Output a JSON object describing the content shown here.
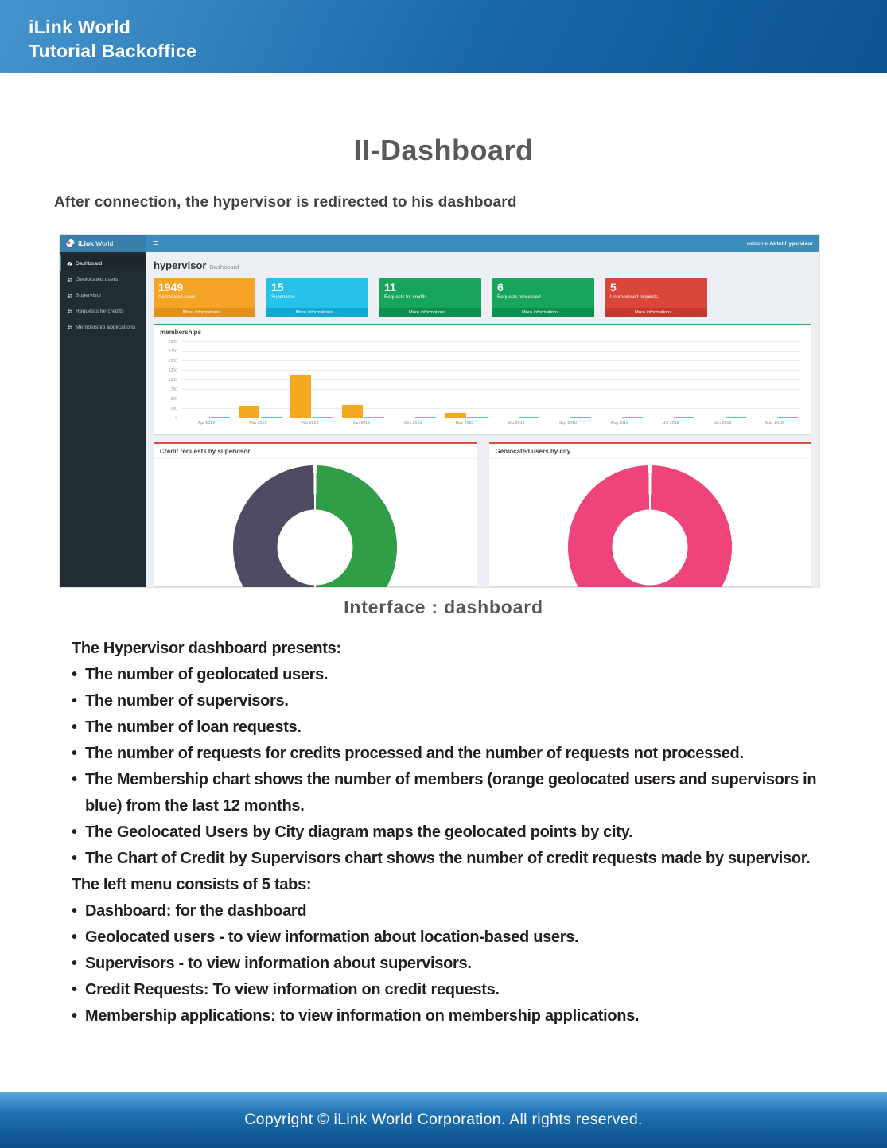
{
  "doc": {
    "header_line1": "iLink World",
    "header_line2": "Tutorial Backoffice",
    "title": "II-Dashboard",
    "intro": "After connection, the hypervisor is redirected to his dashboard",
    "caption": "Interface : dashboard",
    "footer": "Copyright © iLink World Corporation. All rights reserved."
  },
  "shot": {
    "nav": {
      "brand_bold": "iLink",
      "brand_rest": "World",
      "welcome_prefix": "welcome",
      "welcome_user": "Airtel Hypervisor"
    },
    "sidebar": {
      "items": [
        {
          "label": "Dashboard",
          "icon": "dashboard-icon",
          "active": true
        },
        {
          "label": "Geolocated users",
          "icon": "users-icon",
          "active": false
        },
        {
          "label": "Supervisor",
          "icon": "users-icon",
          "active": false
        },
        {
          "label": "Requests for credits",
          "icon": "users-icon",
          "active": false
        },
        {
          "label": "Membership applications",
          "icon": "users-icon",
          "active": false
        }
      ]
    },
    "content": {
      "title": "hypervisor",
      "subtitle": "Dashboard",
      "stat_cards": [
        {
          "value": "1949",
          "label": "Geolocated users",
          "more_label": "More informations",
          "color": "#f5a425",
          "footer_color": "#e0921c"
        },
        {
          "value": "15",
          "label": "Supervisor",
          "more_label": "More informations",
          "color": "#27c1ea",
          "footer_color": "#0fa9d4"
        },
        {
          "value": "11",
          "label": "Requests for credits",
          "more_label": "More informations",
          "color": "#17a55b",
          "footer_color": "#0c8f4d"
        },
        {
          "value": "6",
          "label": "Requests processed",
          "more_label": "More informations",
          "color": "#17a55b",
          "footer_color": "#0c8f4d"
        },
        {
          "value": "5",
          "label": "Unprocessed requests",
          "more_label": "More informations",
          "color": "#d9473a",
          "footer_color": "#c5392c"
        }
      ]
    }
  },
  "chart_data": [
    {
      "type": "bar",
      "title": "memberships",
      "categories": [
        "Apr 2019",
        "Mar 2019",
        "Feb 2019",
        "Jan 2019",
        "Dec 2018",
        "Nov 2018",
        "Oct 2018",
        "Sep 2018",
        "Aug 2018",
        "Jul 2018",
        "Jun 2018",
        "May 2018"
      ],
      "series": [
        {
          "name": "Geolocated users",
          "color": "#f6a821",
          "values": [
            0,
            330,
            1150,
            350,
            0,
            150,
            0,
            0,
            0,
            0,
            0,
            0
          ]
        },
        {
          "name": "Supervisors",
          "color": "#55c3e8",
          "values": [
            20,
            20,
            20,
            20,
            20,
            20,
            20,
            20,
            20,
            20,
            20,
            20
          ]
        }
      ],
      "ylim": [
        0,
        2000
      ],
      "yticks": [
        0,
        250,
        500,
        750,
        1000,
        1250,
        1500,
        1750,
        2000
      ],
      "grid": true,
      "legend": "none"
    },
    {
      "type": "pie",
      "title": "Credit requests by supervisor",
      "slices": [
        {
          "value": 50,
          "color": "#2f9e47"
        },
        {
          "value": 50,
          "color": "#4f4b63"
        }
      ],
      "hole": 0.46
    },
    {
      "type": "pie",
      "title": "Geolocated users by city",
      "slices": [
        {
          "value": 100,
          "color": "#ef4479"
        }
      ],
      "hole": 0.46
    }
  ],
  "body": {
    "lines": [
      {
        "bullet": false,
        "text": "The Hypervisor dashboard presents:"
      },
      {
        "bullet": true,
        "text": "The number of geolocated users."
      },
      {
        "bullet": true,
        "text": "The number of supervisors."
      },
      {
        "bullet": true,
        "text": "The number of loan requests."
      },
      {
        "bullet": true,
        "text": "The number of requests for credits processed and the number of requests not processed."
      },
      {
        "bullet": true,
        "text": "The Membership chart shows the number of members (orange geolocated users and supervisors in blue) from the last 12 months."
      },
      {
        "bullet": true,
        "text": "The Geolocated Users by City diagram maps the geolocated points by city."
      },
      {
        "bullet": true,
        "text": "The Chart of Credit by Supervisors chart shows the number of credit requests made by supervisor."
      },
      {
        "bullet": false,
        "text": "The left menu consists of 5 tabs:"
      },
      {
        "bullet": true,
        "text": "Dashboard: for the dashboard"
      },
      {
        "bullet": true,
        "text": "Geolocated users - to view information about location-based users."
      },
      {
        "bullet": true,
        "text": "Supervisors - to view information about supervisors."
      },
      {
        "bullet": true,
        "text": "Credit Requests: To view information on credit requests."
      },
      {
        "bullet": true,
        "text": "Membership applications: to view information on membership applications."
      }
    ]
  }
}
